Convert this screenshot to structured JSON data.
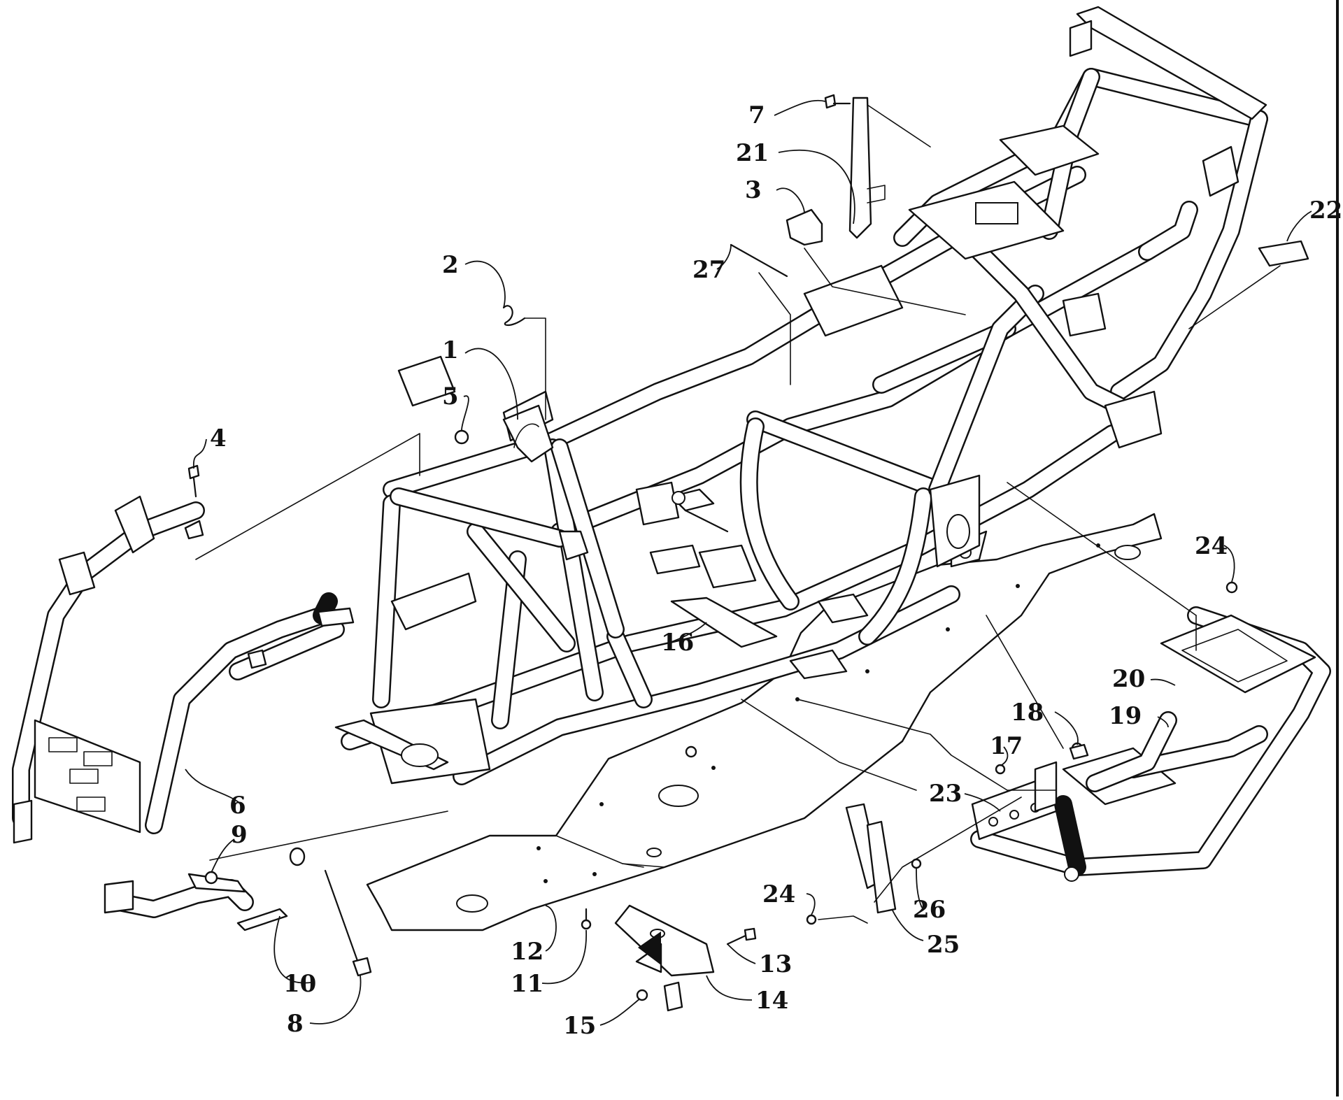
{
  "diagram": {
    "callouts": [
      {
        "id": "c1",
        "text": "1"
      },
      {
        "id": "c2",
        "text": "2"
      },
      {
        "id": "c3",
        "text": "3"
      },
      {
        "id": "c4",
        "text": "4"
      },
      {
        "id": "c5",
        "text": "5"
      },
      {
        "id": "c6",
        "text": "6"
      },
      {
        "id": "c7",
        "text": "7"
      },
      {
        "id": "c8",
        "text": "8"
      },
      {
        "id": "c9",
        "text": "9"
      },
      {
        "id": "c10",
        "text": "10"
      },
      {
        "id": "c11",
        "text": "11"
      },
      {
        "id": "c12",
        "text": "12"
      },
      {
        "id": "c13",
        "text": "13"
      },
      {
        "id": "c14",
        "text": "14"
      },
      {
        "id": "c15",
        "text": "15"
      },
      {
        "id": "c16",
        "text": "16"
      },
      {
        "id": "c17",
        "text": "17"
      },
      {
        "id": "c18",
        "text": "18"
      },
      {
        "id": "c19",
        "text": "19"
      },
      {
        "id": "c20",
        "text": "20"
      },
      {
        "id": "c21",
        "text": "21"
      },
      {
        "id": "c22",
        "text": "22"
      },
      {
        "id": "c23",
        "text": "23"
      },
      {
        "id": "c24a",
        "text": "24"
      },
      {
        "id": "c24b",
        "text": "24"
      },
      {
        "id": "c25",
        "text": "25"
      },
      {
        "id": "c26",
        "text": "26"
      },
      {
        "id": "c27",
        "text": "27"
      }
    ]
  }
}
